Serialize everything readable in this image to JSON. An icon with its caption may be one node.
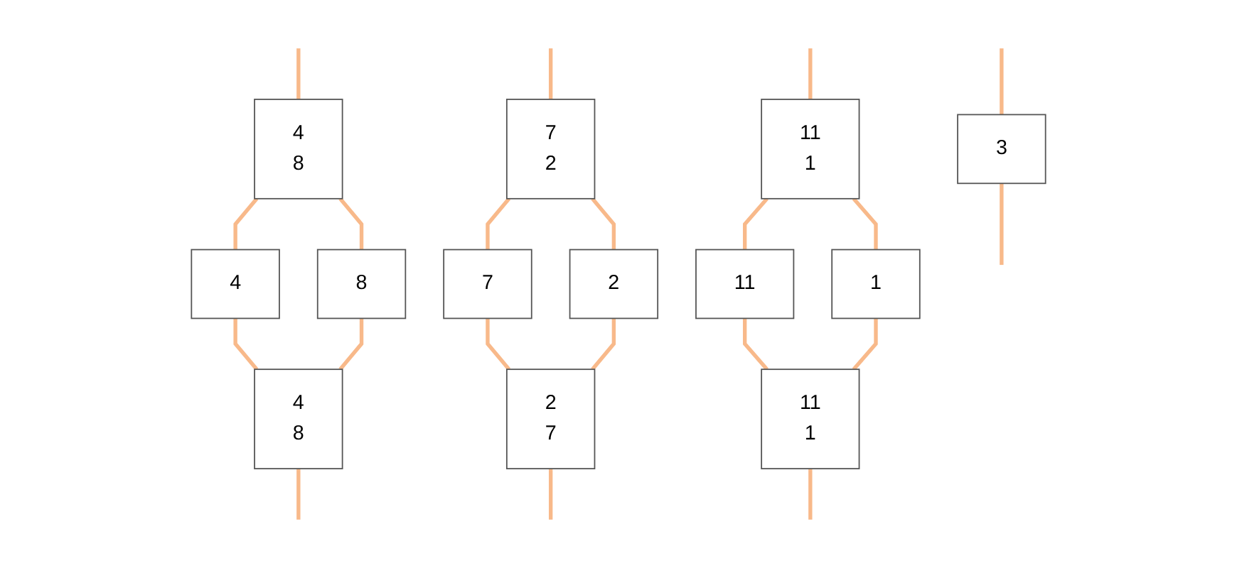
{
  "diagram": {
    "nodes": [
      {
        "text": [
          "4",
          "8"
        ]
      },
      {
        "text": [
          "7",
          "2"
        ]
      },
      {
        "text": [
          "11",
          "1"
        ]
      },
      {
        "text": [
          "3"
        ]
      },
      {
        "text": [
          "4"
        ]
      },
      {
        "text": [
          "8"
        ]
      },
      {
        "text": [
          "7"
        ]
      },
      {
        "text": [
          "2"
        ]
      },
      {
        "text": [
          "11"
        ]
      },
      {
        "text": [
          "1"
        ]
      },
      {
        "text": [
          "4",
          "8"
        ]
      },
      {
        "text": [
          "2",
          "7"
        ]
      },
      {
        "text": [
          "11",
          "1"
        ]
      }
    ],
    "edges": [
      {
        "from": null,
        "to": 0,
        "arrow": "none"
      },
      {
        "from": null,
        "to": 1,
        "arrow": "none"
      },
      {
        "from": null,
        "to": 2,
        "arrow": "none"
      },
      {
        "from": null,
        "to": 3,
        "arrow": "none"
      },
      {
        "from": 0,
        "to": 4,
        "arrow": "none"
      },
      {
        "from": 0,
        "to": 5,
        "arrow": "none"
      },
      {
        "from": 1,
        "to": 6,
        "arrow": "none"
      },
      {
        "from": 1,
        "to": 7,
        "arrow": "none"
      },
      {
        "from": 2,
        "to": 8,
        "arrow": "none"
      },
      {
        "from": 2,
        "to": 9,
        "arrow": "none"
      },
      {
        "from": 4,
        "to": 10,
        "arrow": "none"
      },
      {
        "from": 5,
        "to": 10,
        "arrow": "none"
      },
      {
        "from": 6,
        "to": 11,
        "arrow": "none"
      },
      {
        "from": 7,
        "to": 11,
        "arrow": "none"
      },
      {
        "from": 8,
        "to": 12,
        "arrow": "none"
      },
      {
        "from": 9,
        "to": 12,
        "arrow": "none"
      },
      {
        "from": 10,
        "to": null,
        "arrow": "none"
      },
      {
        "from": 11,
        "to": null,
        "arrow": "none"
      },
      {
        "from": 12,
        "to": null,
        "arrow": "none"
      },
      {
        "from": 3,
        "to": null,
        "arrow": "none"
      }
    ]
  }
}
